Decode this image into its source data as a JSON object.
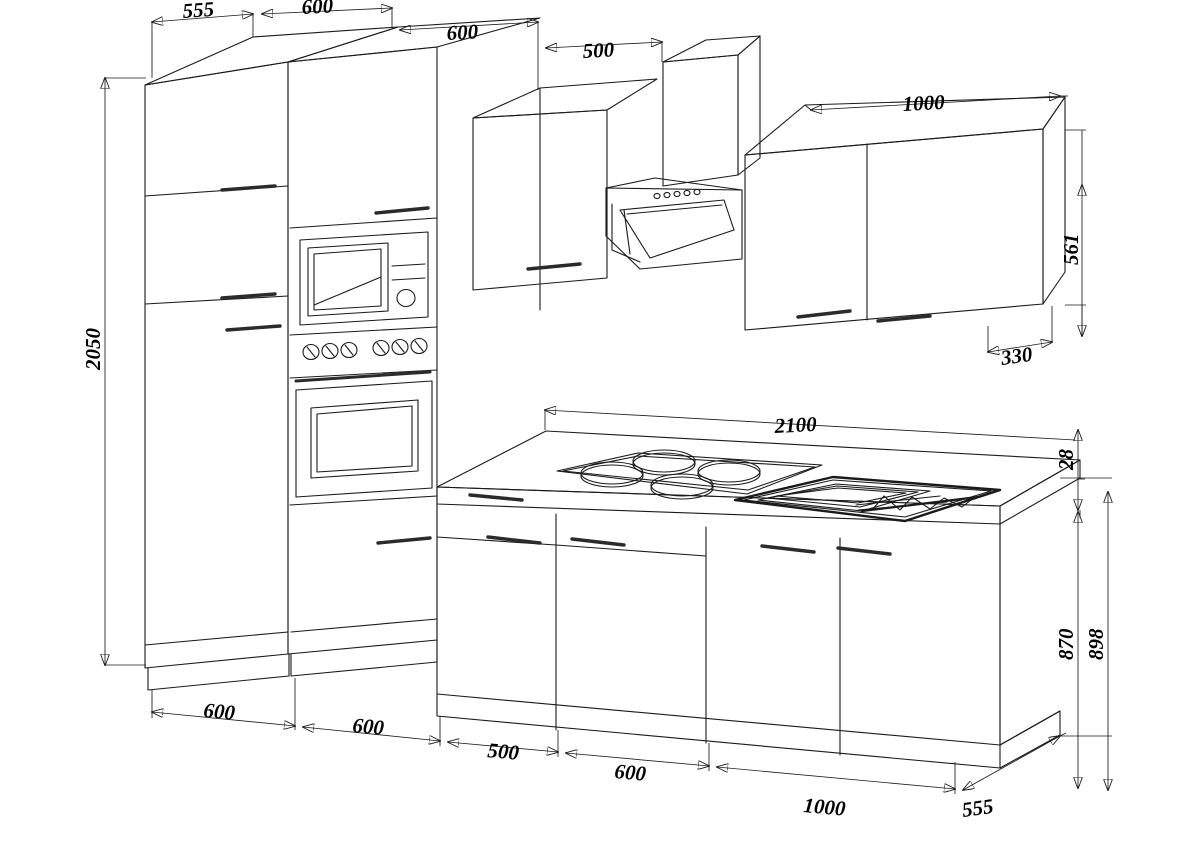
{
  "drawing": {
    "title": "Kitchen Elevation Technical Drawing",
    "units": "mm",
    "line_color": "#1a1a1a",
    "handle_color": "#2b2b2b"
  },
  "dimensions": {
    "top": [
      {
        "id": "depth-top-left",
        "label": "555"
      },
      {
        "id": "tall-unit-1-width",
        "label": "600"
      },
      {
        "id": "tall-unit-2-width",
        "label": "600"
      },
      {
        "id": "wall-cab-500-width",
        "label": "500"
      },
      {
        "id": "wall-cab-1000-width",
        "label": "1000"
      }
    ],
    "left": [
      {
        "id": "tall-unit-height",
        "label": "2050"
      }
    ],
    "right": [
      {
        "id": "wall-cab-height",
        "label": "561"
      },
      {
        "id": "wall-cab-depth",
        "label": "330"
      },
      {
        "id": "worktop-thickness",
        "label": "28"
      },
      {
        "id": "base-cab-height",
        "label": "870"
      },
      {
        "id": "base-total-height",
        "label": "898"
      }
    ],
    "worktop": [
      {
        "id": "worktop-length",
        "label": "2100"
      }
    ],
    "bottom": [
      {
        "id": "base-run-1",
        "label": "600"
      },
      {
        "id": "base-run-2",
        "label": "600"
      },
      {
        "id": "base-run-3",
        "label": "500"
      },
      {
        "id": "base-run-4",
        "label": "600"
      },
      {
        "id": "base-run-5",
        "label": "1000"
      },
      {
        "id": "base-depth",
        "label": "555"
      }
    ]
  },
  "components": {
    "tall_unit_left": {
      "name": "tall-cabinet-left"
    },
    "tall_unit_right": {
      "name": "tall-cabinet-right"
    },
    "microwave": {
      "name": "built-in-microwave"
    },
    "oven": {
      "name": "built-in-oven"
    },
    "oven_controls": {
      "name": "oven-control-knobs",
      "knob_count": 6
    },
    "wall_cabinet_500": {
      "name": "wall-cabinet-500"
    },
    "extractor_hood": {
      "name": "extractor-hood",
      "button_count": 5
    },
    "wall_cabinet_1000": {
      "name": "wall-cabinet-1000"
    },
    "worktop": {
      "name": "worktop"
    },
    "hob": {
      "name": "cooktop-hob",
      "burner_count": 4
    },
    "sink": {
      "name": "sink-with-drainer"
    },
    "base_cabinets": {
      "name": "base-cabinet-run"
    },
    "plinth": {
      "name": "plinth-kickboard"
    }
  }
}
